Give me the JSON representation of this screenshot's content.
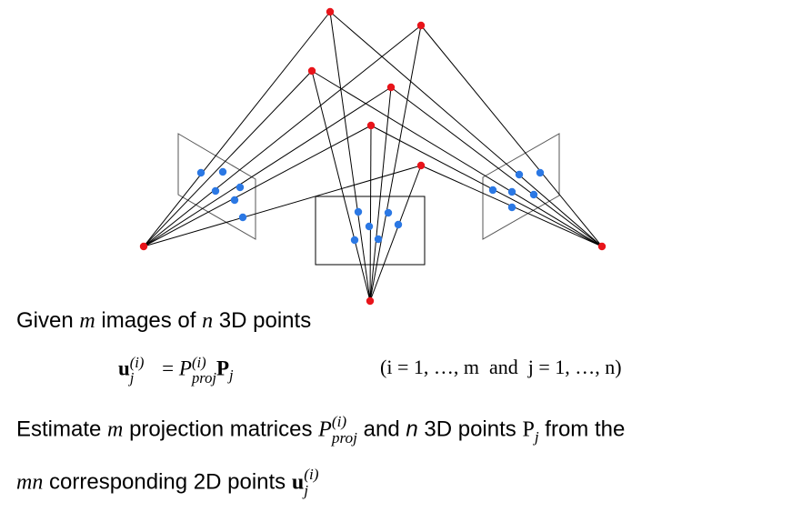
{
  "colors": {
    "world_point": "#e8141a",
    "image_point": "#2b78e4",
    "line": "#000000",
    "frame": "#555555"
  },
  "line1": {
    "prefix": "Given",
    "m": "m",
    "mid": "images of",
    "n": "n",
    "suffix": "3D points"
  },
  "equation": {
    "u": "u",
    "u_sub": "j",
    "u_sup": "(i)",
    "eq": "=",
    "P": "P",
    "P_sup": "(i)",
    "P_sub": "proj",
    "Pb": "P",
    "Pb_sub": "j",
    "range": "(i = 1, …, m  and  j = 1, …, n)"
  },
  "line3": {
    "prefix": "Estimate",
    "m": "m",
    "mid": "projection matrices",
    "P": "P",
    "P_sup": "(i)",
    "P_sub": "proj",
    "and": "and",
    "n": "n",
    "mid2": "3D points",
    "Pj": "P",
    "Pj_sub": "j",
    "suffix": "from the"
  },
  "line4": {
    "mn": "mn",
    "mid": "corresponding 2D points",
    "u": "u",
    "u_sub": "j",
    "u_sup": "(i)"
  }
}
